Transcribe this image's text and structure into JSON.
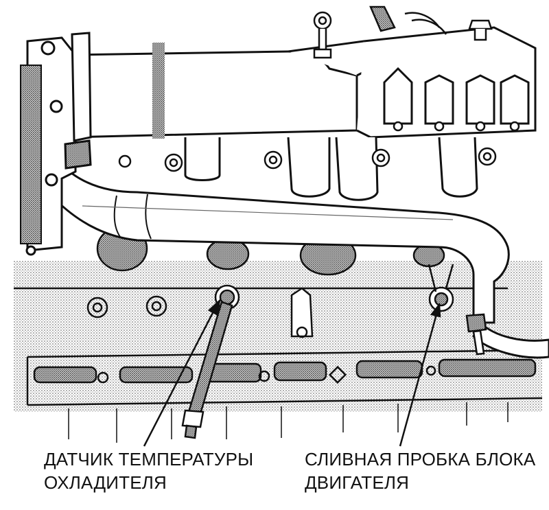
{
  "labels": {
    "coolant_sensor": {
      "line1": "ДАТЧИК ТЕМПЕРАТУРЫ",
      "line2": "ОХЛАДИТЕЛЯ"
    },
    "drain_plug": {
      "line1": "СЛИВНАЯ ПРОБКА БЛОКА",
      "line2": "ДВИГАТЕЛЯ"
    }
  },
  "colors": {
    "ink": "#111111",
    "paper": "#ffffff",
    "shade": "#bfbfbf"
  }
}
